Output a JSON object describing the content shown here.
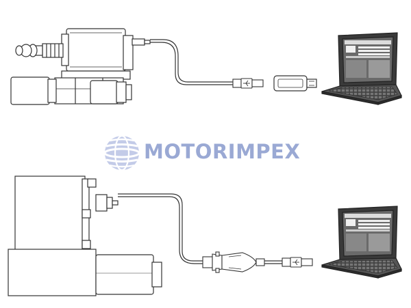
{
  "watermark": {
    "text": "MOTORIMPEX",
    "color": "#9aa9d4",
    "globe_icon": "globe-icon"
  },
  "colors": {
    "stroke": "#333333",
    "fill_light": "#ffffff",
    "fill_gray": "#e6e6e6",
    "fill_dark": "#555555",
    "screen_bg": "#6a6a6a",
    "screen_cell": "#f0f0f0"
  },
  "diagram": {
    "connections": [
      {
        "from": "valve-unit-top",
        "via": [
          "usb-cable",
          "usb-interface-stick"
        ],
        "to": "laptop-top"
      },
      {
        "from": "valve-unit-bottom",
        "via": [
          "serial-cable",
          "db9-to-usb-adapter"
        ],
        "to": "laptop-bottom"
      }
    ]
  }
}
